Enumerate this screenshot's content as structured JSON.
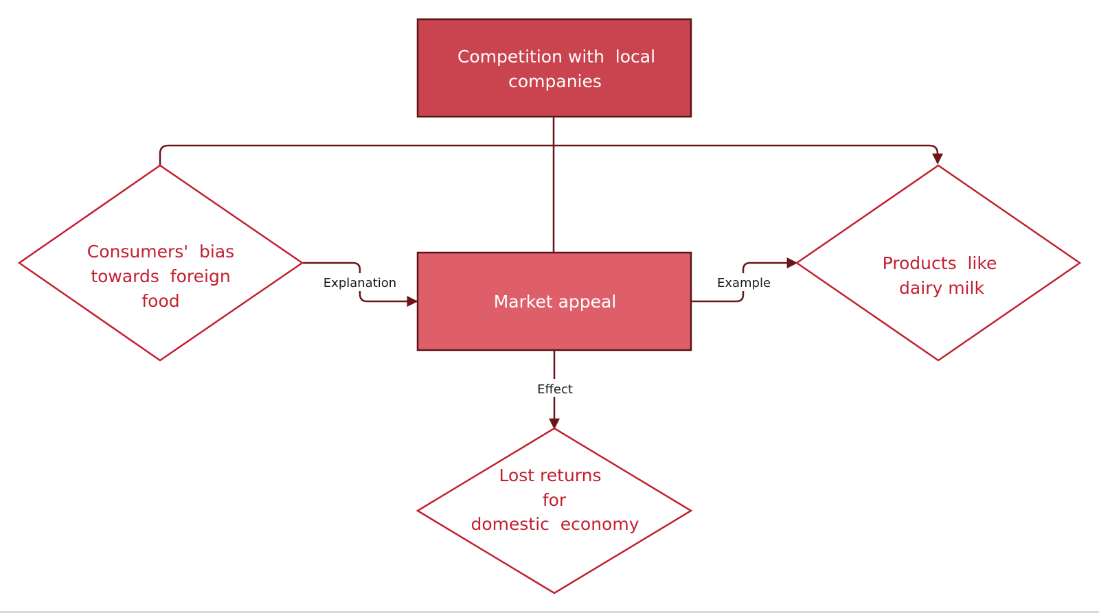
{
  "colors": {
    "top_box_fill": "#c9444e",
    "center_box_fill": "#de5f6a",
    "box_border": "#5a1518",
    "diamond_stroke": "#c2202f",
    "diamond_text": "#c2202f",
    "connector": "#6b1519"
  },
  "nodes": {
    "top": {
      "lines": [
        "Competition with  local",
        "companies"
      ]
    },
    "center": {
      "lines": [
        "Market appeal"
      ]
    },
    "left": {
      "lines": [
        "Consumers'  bias",
        "towards  foreign",
        "food"
      ]
    },
    "right": {
      "lines": [
        "Products  like",
        "dairy milk"
      ]
    },
    "bottom": {
      "lines": [
        "Lost returns",
        "for",
        "domestic  economy"
      ]
    }
  },
  "edges": {
    "explanation": "Explanation",
    "example": "Example",
    "effect": "Effect"
  }
}
